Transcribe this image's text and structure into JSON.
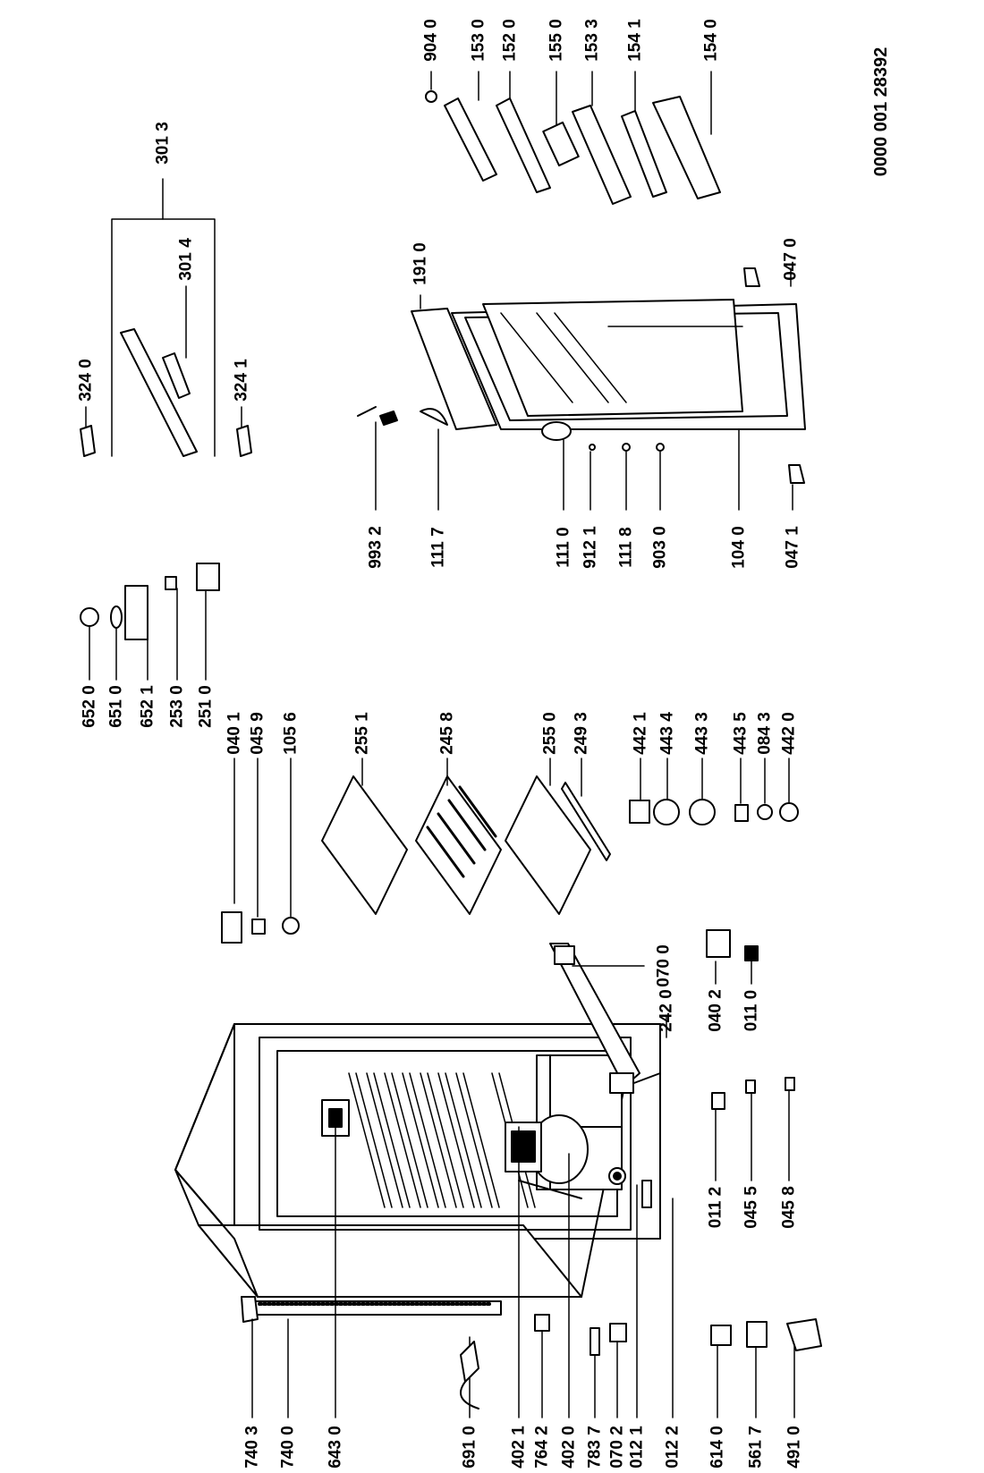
{
  "document_code": "0000 001 28392",
  "labels": {
    "l7403": "740 3",
    "l7400": "740 0",
    "l6430": "643 0",
    "l6910": "691 0",
    "l4021": "402 1",
    "l7642": "764 2",
    "l4020": "402 0",
    "l7837": "783 7",
    "l0702": "070 2",
    "l0121": "012 1",
    "l0122": "012 2",
    "l6140": "614 0",
    "l5617": "561 7",
    "l4910": "491 0",
    "l0112": "011 2",
    "l0455": "045 5",
    "l0458": "045 8",
    "l2420": "242 0",
    "l0402": "040 2",
    "l0110": "011 0",
    "l0700": "070 0",
    "l0401": "040 1",
    "l0459": "045 9",
    "l1056": "105 6",
    "l2551": "255 1",
    "l2458": "245 8",
    "l2550": "255 0",
    "l2493": "249 3",
    "l4421": "442 1",
    "l4434": "443 4",
    "l4433": "443 3",
    "l4435": "443 5",
    "l0843": "084 3",
    "l4420": "442 0",
    "l6520": "652 0",
    "l6510": "651 0",
    "l6521": "652 1",
    "l2530": "253 0",
    "l2510": "251 0",
    "l9932": "993 2",
    "l1117": "111 7",
    "l1110": "111 0",
    "l9121": "912 1",
    "l1118": "111 8",
    "l9030": "903 0",
    "l1040": "104 0",
    "l0471": "047 1",
    "l0470": "047 0",
    "l3240": "324 0",
    "l3241": "324 1",
    "l3014": "301 4",
    "l3013": "301 3",
    "l1910": "191 0",
    "l9040": "904 0",
    "l1530": "153 0",
    "l1520": "152 0",
    "l1550": "155 0",
    "l1533": "153 3",
    "l1541": "154 1",
    "l1540": "154 0"
  }
}
